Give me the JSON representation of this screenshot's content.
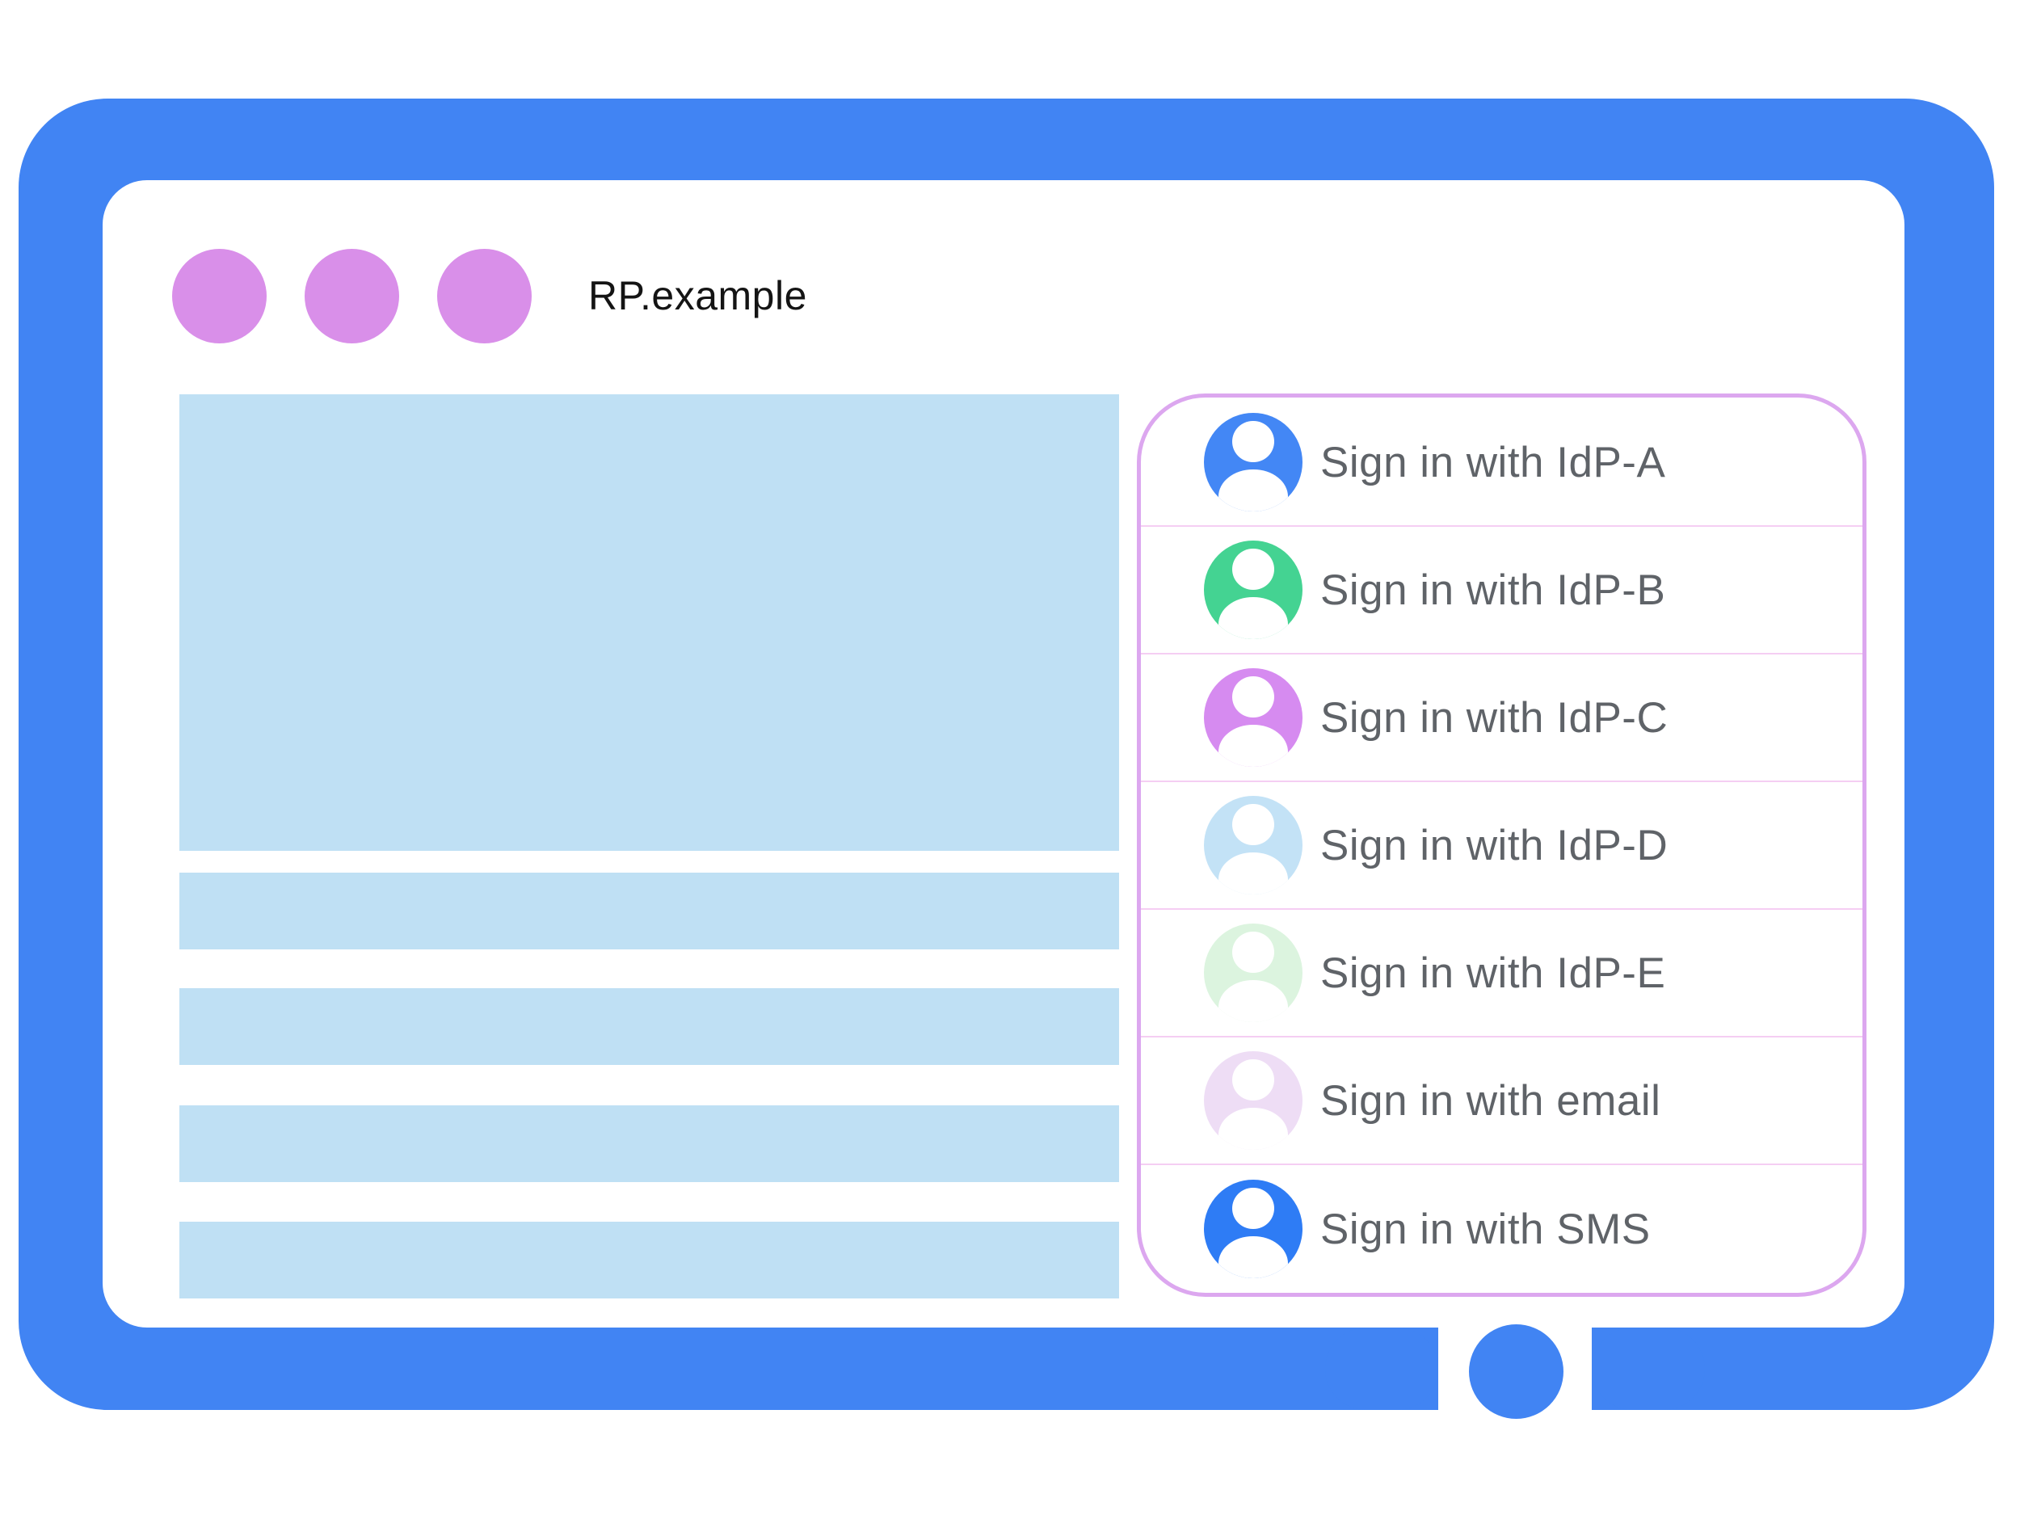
{
  "window": {
    "title": "RP.example",
    "frame_color": "#4184F3",
    "dot_color": "#D98FE9"
  },
  "content": {
    "placeholder_color": "#BFE0F4",
    "placeholder_bar_count": 4
  },
  "signin_panel": {
    "border_color": "#DCA7EF",
    "divider_color": "#F5CEF3",
    "text_color": "#5F6368",
    "options": [
      {
        "label": "Sign in with IdP-A",
        "avatar_color": "#4387F5"
      },
      {
        "label": "Sign in with IdP-B",
        "avatar_color": "#44D392"
      },
      {
        "label": "Sign in with IdP-C",
        "avatar_color": "#D68BF0"
      },
      {
        "label": "Sign in with IdP-D",
        "avatar_color": "#C3E2F6"
      },
      {
        "label": "Sign in with IdP-E",
        "avatar_color": "#DCF4DF"
      },
      {
        "label": "Sign in with email",
        "avatar_color": "#EEDDF5"
      },
      {
        "label": "Sign in with SMS",
        "avatar_color": "#2E7CF5"
      }
    ]
  }
}
